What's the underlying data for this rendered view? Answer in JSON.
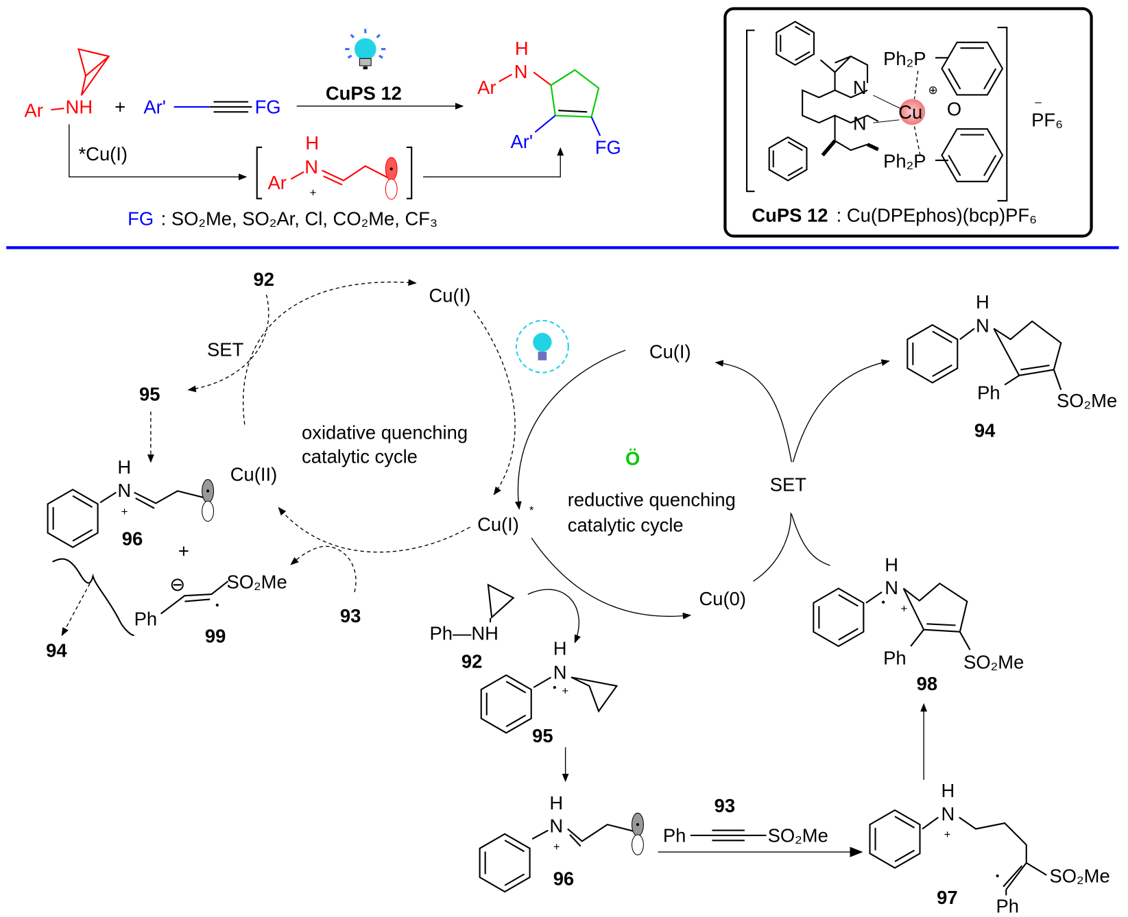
{
  "top": {
    "ar": "Ar",
    "nh": "NH",
    "plus": "+",
    "ar_prime": "Ar'",
    "fg": "FG",
    "catalyst_label": "CuPS 12",
    "excited_cu": "*Cu(I)",
    "inter_ar": "Ar",
    "inter_h": "H",
    "inter_n": "N",
    "inter_plus": "+",
    "prod_h": "H",
    "prod_n": "N",
    "prod_ar": "Ar",
    "prod_ar_prime": "Ar'",
    "prod_fg": "FG",
    "fg_list_label": "FG",
    "fg_list": ": SO₂Me, SO₂Ar, Cl, CO₂Me, CF₃"
  },
  "catalyst_box": {
    "ph2p_top": "Ph₂P",
    "ph2p_bottom": "Ph₂P",
    "n_top": "N",
    "n_bottom": "N",
    "cu": "Cu",
    "charge": "⊕",
    "o": "O",
    "counterion": "PF₆",
    "counterion_charge": "–",
    "caption_bold": "CuPS 12",
    "caption": ": Cu(DPEphos)(bcp)PF₆"
  },
  "oxidative_cycle": {
    "cmpd_92": "92",
    "cu1": "Cu(I)",
    "set": "SET",
    "cmpd_95": "95",
    "title_line1": "oxidative quenching",
    "title_line2": "catalytic cycle",
    "cu2": "Cu(II)",
    "cu1_star": "Cu(I)",
    "star": "*",
    "s96_h": "H",
    "s96_n": "N",
    "s96_plus": "+",
    "cmpd_96": "96",
    "plus": "+",
    "s99_minus": "⊖",
    "s99_so2me": "SO₂Me",
    "s99_ph": "Ph",
    "cmpd_99": "99",
    "cmpd_93": "93",
    "cmpd_94": "94"
  },
  "reductive_cycle": {
    "cu1": "Cu(I)",
    "o_mark": "Ö",
    "title_line1": "reductive quenching",
    "title_line2": "catalytic cycle",
    "set": "SET",
    "cu0": "Cu(0)",
    "s94_h": "H",
    "s94_n": "N",
    "s94_ph": "Ph",
    "s94_so2me": "SO₂Me",
    "cmpd_94": "94",
    "s98_h": "H",
    "s98_n": "N",
    "s98_plus": "+",
    "s98_ph": "Ph",
    "s98_so2me": "SO₂Me",
    "cmpd_98": "98",
    "s92_phnh": "Ph—NH",
    "cmpd_92": "92",
    "s95_h": "H",
    "s95_n": "N",
    "s95_plus": "+",
    "cmpd_95": "95",
    "s96_h": "H",
    "s96_n": "N",
    "s96_plus": "+",
    "cmpd_96": "96",
    "r93_label": "93",
    "r93_ph": "Ph",
    "r93_so2me": "SO₂Me",
    "s97_h": "H",
    "s97_n": "N",
    "s97_plus": "+",
    "s97_so2me": "SO₂Me",
    "s97_ph": "Ph",
    "cmpd_97": "97"
  },
  "colors": {
    "red": "#ff0000",
    "blue": "#0000ff",
    "green": "#00cc00",
    "divider": "#0000ff",
    "bulb": "#22d3e6"
  }
}
